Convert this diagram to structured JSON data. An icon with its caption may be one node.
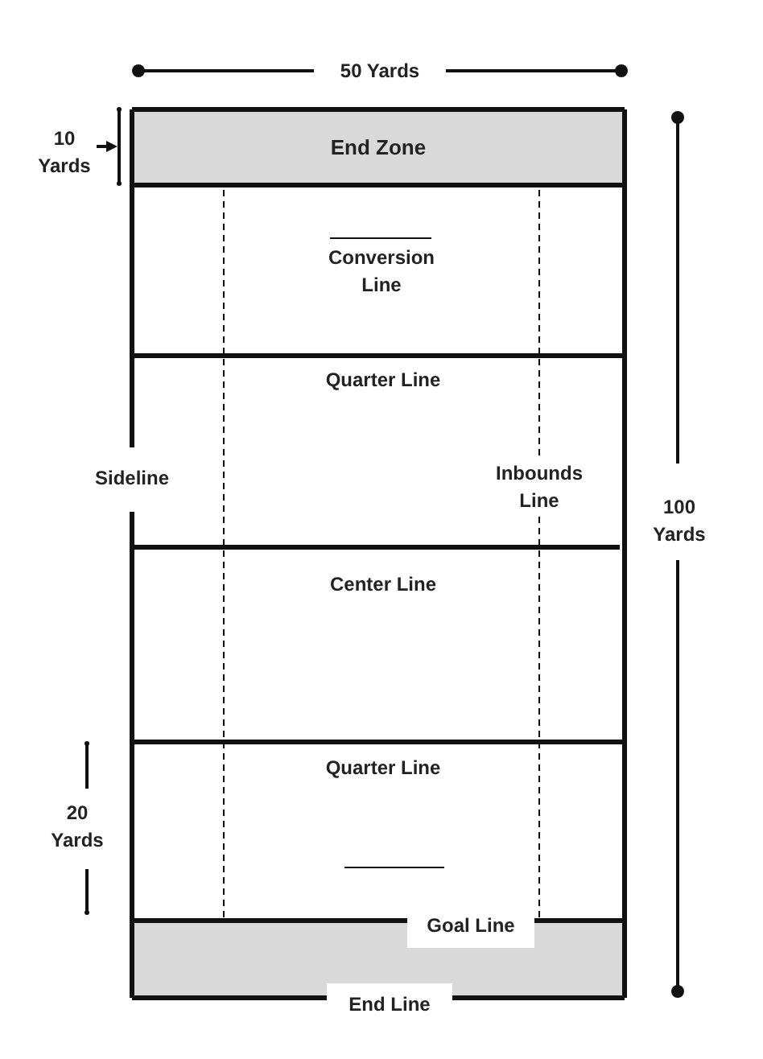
{
  "diagram": {
    "nodes": [
      {
        "text": [
          "End Zone"
        ]
      },
      {
        "text": [],
        "shape": "box"
      }
    ],
    "edges": [],
    "labels": [
      "50 Yards",
      "10 Yards",
      "Conversion Line",
      "Quarter Line",
      "Sideline",
      "Inbounds Line",
      "100 Yards",
      "Center Line",
      "Quarter Line",
      "20 Yards",
      "Goal Line",
      "End Line"
    ]
  }
}
